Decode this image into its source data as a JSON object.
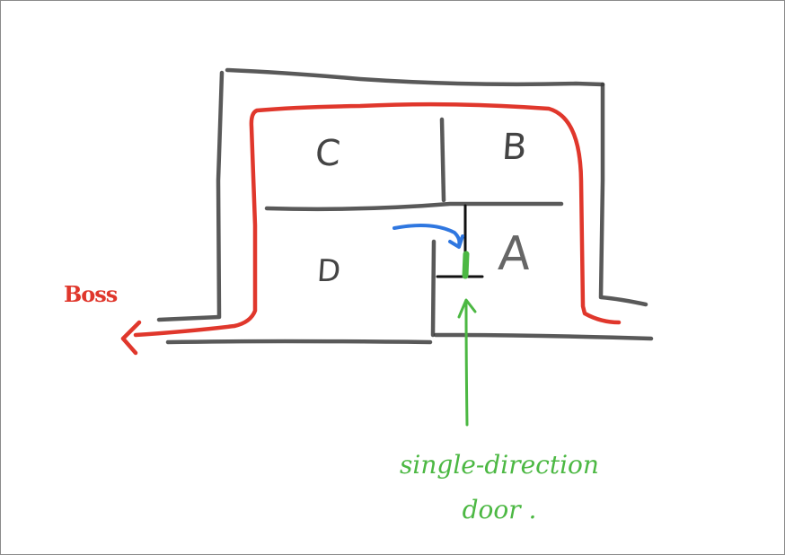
{
  "diagram": {
    "rooms": [
      {
        "id": "C",
        "label": "C"
      },
      {
        "id": "B",
        "label": "B"
      },
      {
        "id": "D",
        "label": "D"
      },
      {
        "id": "A",
        "label": "A"
      }
    ],
    "path": {
      "label": "Boss",
      "color": "#e0372c"
    },
    "blue_arrow": {
      "color": "#2f77e0",
      "meaning": "entry into A through door"
    },
    "door": {
      "line1": "single-direction",
      "line2": "door .",
      "color": "#4cb843"
    },
    "wall_color": "#3c3c3c"
  }
}
